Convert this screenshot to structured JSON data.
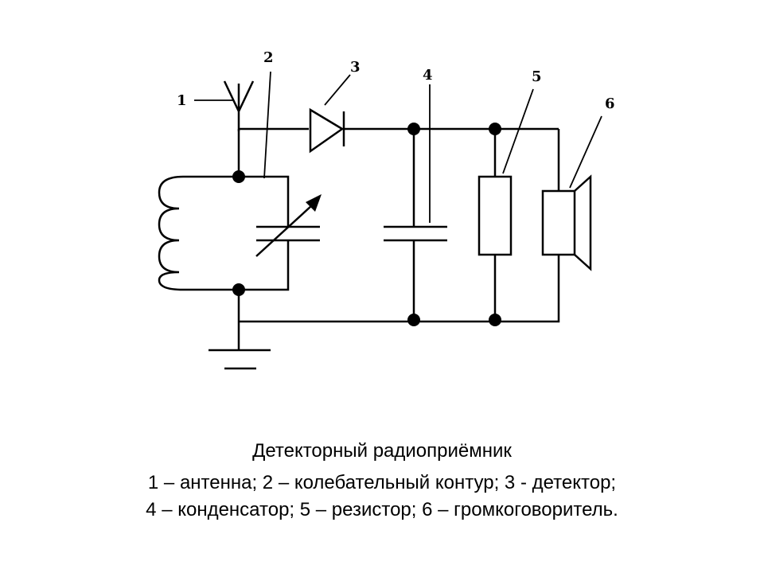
{
  "labels": {
    "antenna": "1",
    "circuit": "2",
    "detector": "3",
    "capacitor": "4",
    "resistor": "5",
    "speaker": "6"
  },
  "caption": {
    "title": "Детекторный радиоприёмник",
    "line1": "1 – антенна; 2 – колебательный контур; 3 - детектор;",
    "line2": "4 – конденсатор; 5 – резистор; 6 – громкоговоритель."
  }
}
